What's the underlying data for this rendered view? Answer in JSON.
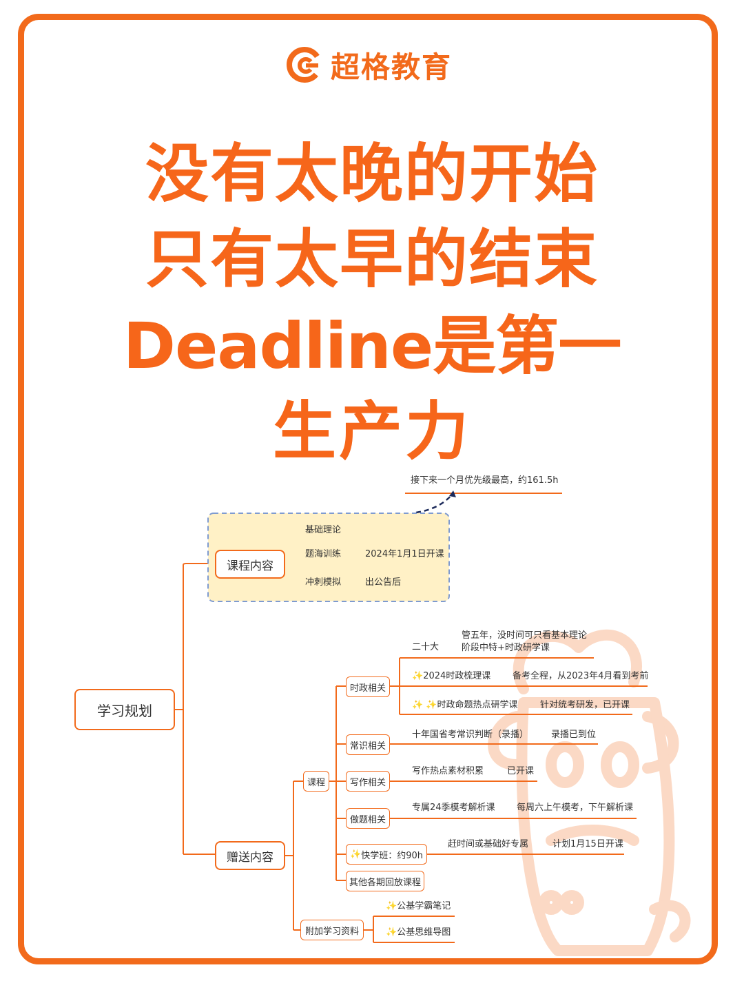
{
  "brand": {
    "name": "超格教育",
    "color": "#f26a1b"
  },
  "headline": [
    "没有太晚的开始",
    "只有太早的结束",
    "Deadline是第一",
    "生产力"
  ],
  "mindmap": {
    "root": "学习规划",
    "note": "接下来一个月优先级最高，约161.5h",
    "course": {
      "label": "课程内容",
      "items": [
        {
          "label": "基础理论",
          "detail": ""
        },
        {
          "label": "题海训练",
          "detail": "2024年1月1日开课"
        },
        {
          "label": "冲刺模拟",
          "detail": "出公告后"
        }
      ]
    },
    "gift": {
      "label": "赠送内容",
      "course": {
        "label": "课程",
        "politics": {
          "label": "时政相关",
          "items": [
            {
              "label": "二十大",
              "detail1": "管五年，没时间可只看基本理论",
              "detail2": "阶段中特+时政研学课"
            },
            {
              "label": "2024时政梳理课",
              "detail": "备考全程，从2023年4月看到考前"
            },
            {
              "label": "时政命题热点研学课",
              "detail": "针对统考研发，已开课"
            }
          ]
        },
        "common": {
          "label": "常识相关",
          "item": "十年国省考常识判断（录播）",
          "detail": "录播已到位"
        },
        "writing": {
          "label": "写作相关",
          "item": "写作热点素材积累",
          "detail": "已开课"
        },
        "practice": {
          "label": "做题相关",
          "item": "专属24季模考解析课",
          "detail": "每周六上午模考，下午解析课"
        },
        "fast": {
          "label": "快学班：约90h",
          "item": "赶时间或基础好专属",
          "detail": "计划1月15日开课"
        },
        "replay": {
          "label": "其他各期回放课程"
        }
      },
      "extra": {
        "label": "附加学习资料",
        "items": [
          "公基学霸笔记",
          "公基思维导图"
        ]
      }
    }
  }
}
